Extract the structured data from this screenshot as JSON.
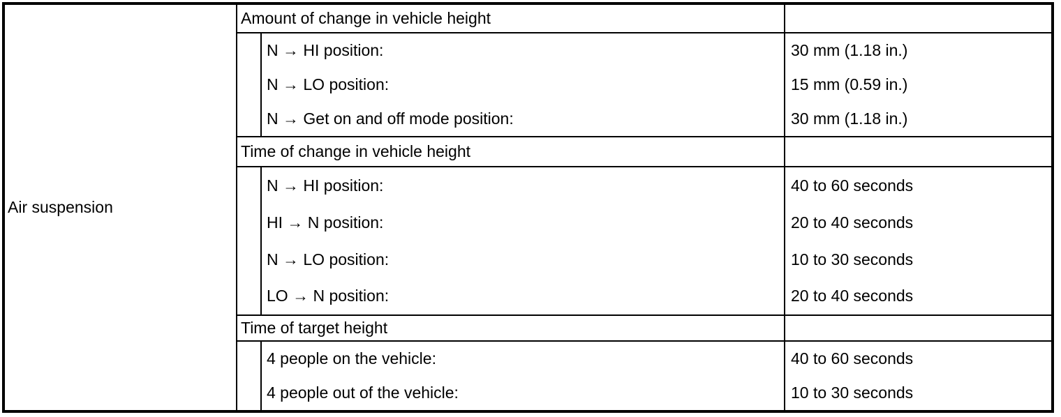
{
  "table": {
    "system": "Air suspension",
    "groups": [
      {
        "title": "Amount of change in vehicle height",
        "rows": [
          {
            "label": "N → HI position:",
            "value": "30 mm (1.18 in.)"
          },
          {
            "label": "N → LO position:",
            "value": "15 mm (0.59 in.)"
          },
          {
            "label": "N → Get on and off mode position:",
            "value": "30 mm (1.18 in.)"
          }
        ]
      },
      {
        "title": "Time of change in vehicle height",
        "rows": [
          {
            "label": "N → HI position:",
            "value": "40 to 60 seconds"
          },
          {
            "label": "HI → N position:",
            "value": "20 to 40 seconds"
          },
          {
            "label": "N → LO position:",
            "value": "10 to 30 seconds"
          },
          {
            "label": "LO → N position:",
            "value": "20 to 40 seconds"
          }
        ]
      },
      {
        "title": "Time of target height",
        "rows": [
          {
            "label": "4 people on the vehicle:",
            "value": "40 to 60 seconds"
          },
          {
            "label": "4 people out of the vehicle:",
            "value": "10 to 30 seconds"
          }
        ]
      }
    ],
    "colors": {
      "border": "#000000",
      "background": "#ffffff",
      "text": "#000000"
    }
  }
}
